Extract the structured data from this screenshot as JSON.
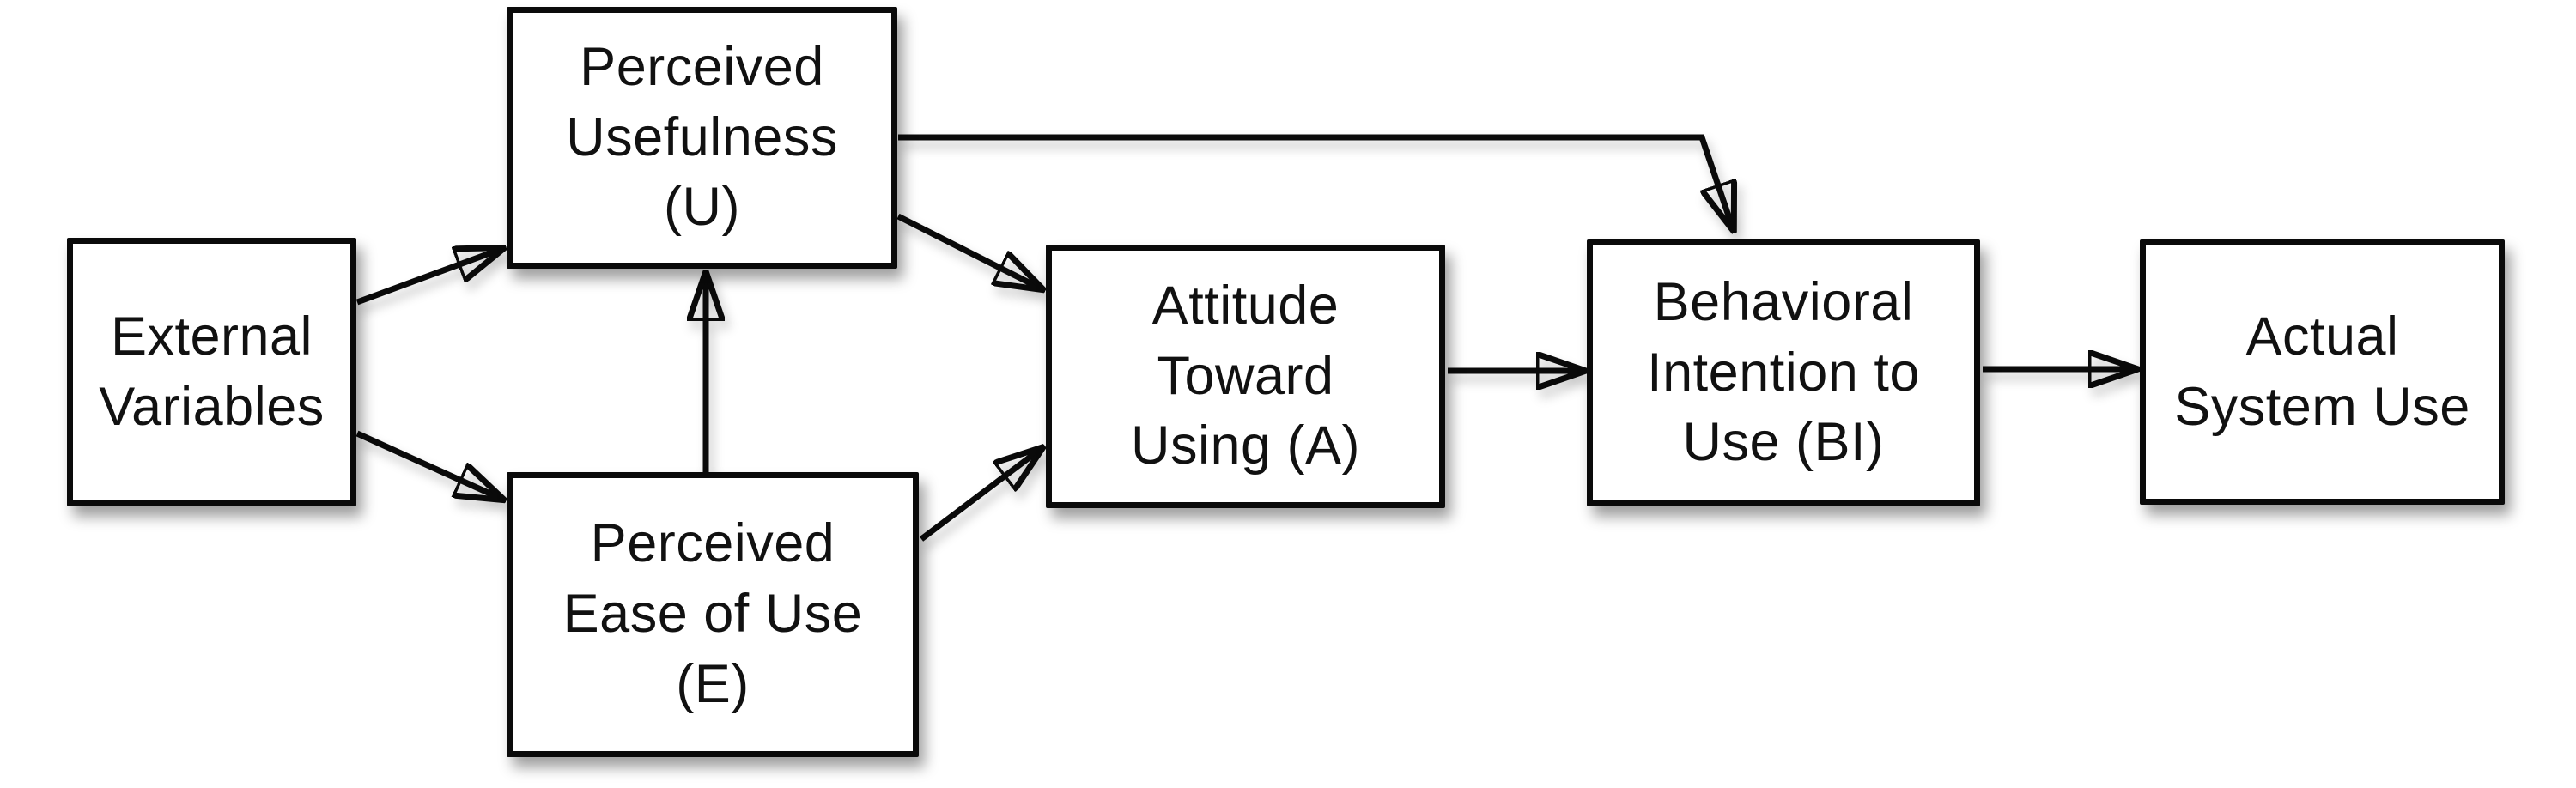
{
  "diagram": {
    "type": "flow-diagram",
    "background_color": "#ffffff",
    "node_fill_color": "#ffffff",
    "node_border_color": "#0a0a0a",
    "arrow_color": "#0a0a0a",
    "text_color": "#111111",
    "nodes": {
      "external_variables": {
        "label": "External\nVariables"
      },
      "perceived_usefulness": {
        "label": "Perceived\nUsefulness\n(U)"
      },
      "perceived_ease_of_use": {
        "label": "Perceived\nEase of Use\n(E)"
      },
      "attitude_toward_using": {
        "label": "Attitude\nToward\nUsing (A)"
      },
      "behavioral_intention": {
        "label": "Behavioral\nIntention to\nUse (BI)"
      },
      "actual_system_use": {
        "label": "Actual\nSystem Use"
      }
    },
    "edges": [
      {
        "from": "External Variables",
        "to": "Perceived Usefulness (U)"
      },
      {
        "from": "External Variables",
        "to": "Perceived Ease of Use (E)"
      },
      {
        "from": "Perceived Ease of Use (E)",
        "to": "Perceived Usefulness (U)"
      },
      {
        "from": "Perceived Usefulness (U)",
        "to": "Behavioral Intention to Use (BI)"
      },
      {
        "from": "Perceived Usefulness (U)",
        "to": "Attitude Toward Using (A)"
      },
      {
        "from": "Perceived Ease of Use (E)",
        "to": "Attitude Toward Using (A)"
      },
      {
        "from": "Attitude Toward Using (A)",
        "to": "Behavioral Intention to Use (BI)"
      },
      {
        "from": "Behavioral Intention to Use (BI)",
        "to": "Actual System Use"
      }
    ]
  }
}
